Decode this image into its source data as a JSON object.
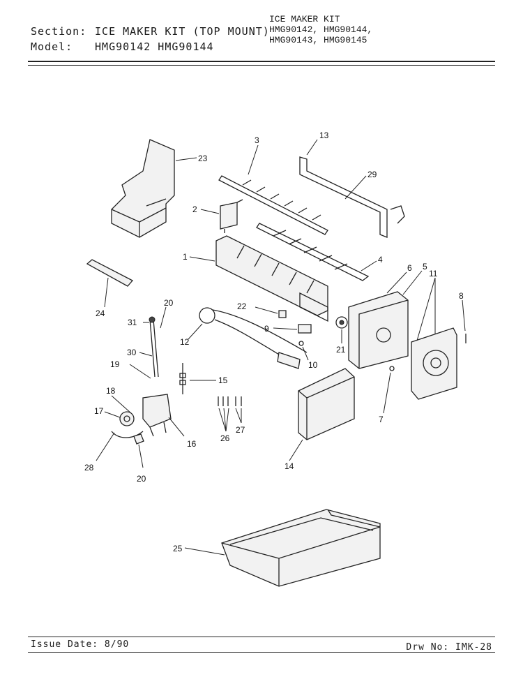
{
  "header": {
    "section_label": "Section:",
    "section_value": "ICE MAKER KIT (TOP MOUNT)",
    "model_label": "Model:",
    "model_value": "HMG90142 HMG90144",
    "kit_title": "ICE MAKER KIT",
    "kit_models_line1": "HMG90142, HMG90144,",
    "kit_models_line2": "HMG90143, HMG90145"
  },
  "footer": {
    "issue_date": "Issue Date: 8/90",
    "drawing_no": "Drw No: IMK-28"
  },
  "callouts": {
    "c1": "1",
    "c2": "2",
    "c3": "3",
    "c4": "4",
    "c5": "5",
    "c6": "6",
    "c7": "7",
    "c8": "8",
    "c9": "9",
    "c10": "10",
    "c11": "11",
    "c12": "12",
    "c13": "13",
    "c14": "14",
    "c15": "15",
    "c16": "16",
    "c17": "17",
    "c18": "18",
    "c19": "19",
    "c20a": "20",
    "c20b": "20",
    "c21": "21",
    "c22": "22",
    "c23": "23",
    "c24": "24",
    "c25": "25",
    "c26": "26",
    "c27": "27",
    "c28": "28",
    "c29": "29",
    "c30": "30",
    "c31": "31"
  }
}
